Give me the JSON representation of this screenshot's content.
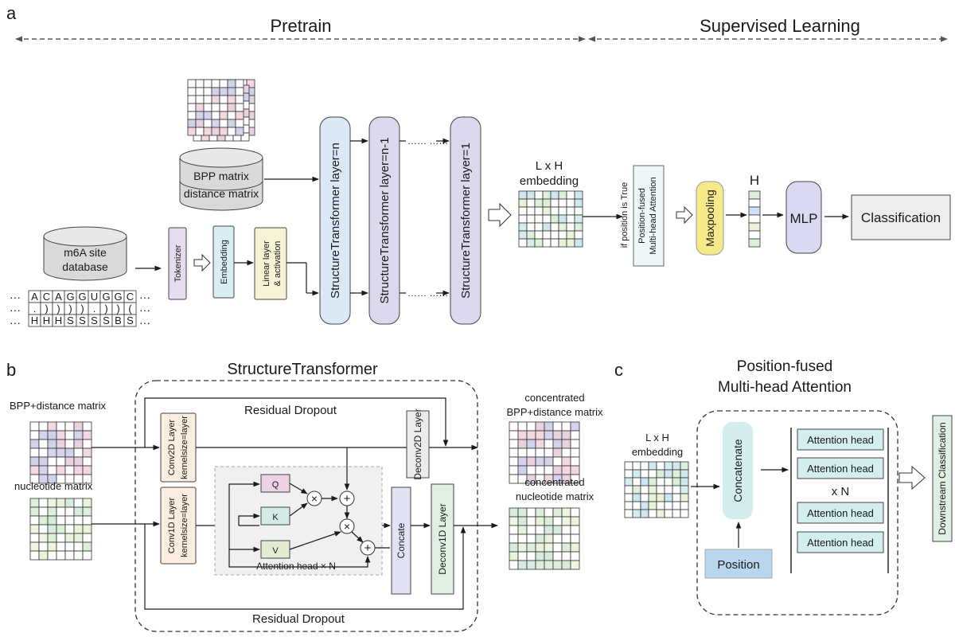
{
  "panels": {
    "a": "a",
    "b": "b",
    "c": "c"
  },
  "phases": {
    "pretrain": "Pretrain",
    "supervised": "Supervised Learning"
  },
  "a": {
    "db_line1": "m6A site",
    "db_line2": "database",
    "seq_rows": [
      [
        "A",
        "C",
        "A",
        "G",
        "G",
        "U",
        "G",
        "G",
        "C"
      ],
      [
        ".",
        ")",
        ")",
        ")",
        ")",
        ".",
        ")",
        ")",
        "("
      ],
      [
        "H",
        "H",
        "H",
        "S",
        "S",
        "S",
        "S",
        "B",
        "S"
      ]
    ],
    "ellipsis": "···",
    "tokenizer": "Tokenizer",
    "embedding": "Embedding",
    "linear_l1": "Linear layer",
    "linear_l2": "& activation",
    "bpp_line1": "BPP matrix",
    "bpp_line2": "distance matrix",
    "layer_n": "StructureTransformer layer=n",
    "layer_n1": "StructureTransformer layer=n-1",
    "layer_1": "StructureTransformer layer=1",
    "dots": "…… ……",
    "emb_l1": "L x H",
    "emb_l2": "embedding",
    "if_position": "if position is True",
    "pf_l1": "Position-fused",
    "pf_l2": "Multi-head Attention",
    "maxpool": "Maxpooling",
    "h_label": "H",
    "mlp": "MLP",
    "classification": "Classification"
  },
  "b": {
    "title": "StructureTransformer",
    "bpp_input": "BPP+distance matrix",
    "nuc_input": "nucleotide matrix",
    "residual_top": "Residual Dropout",
    "residual_bottom": "Residual Dropout",
    "conv2d_l1": "Conv2D Layer",
    "conv2d_l2": "kernelsize=layer",
    "conv1d_l1": "Conv1D Layer",
    "conv1d_l2": "kernelsize=layer",
    "q": "Q",
    "k": "K",
    "v": "V",
    "attn_head": "Attention head × N",
    "concate": "Concate",
    "deconv2d": "Deconv2D Layer",
    "deconv1d": "Deconv1D Layer",
    "out_bpp_l1": "concentrated",
    "out_bpp_l2": "BPP+distance matrix",
    "out_nuc_l1": "concentrated",
    "out_nuc_l2": "nucleotide matrix",
    "times": "×",
    "plus": "+"
  },
  "c": {
    "title_l1": "Position-fused",
    "title_l2": "Multi-head Attention",
    "emb_l1": "L x H",
    "emb_l2": "embedding",
    "concatenate": "Concatenate",
    "position": "Position",
    "heads": [
      "Attention head",
      "Attention head",
      "Attention head",
      "Attention head"
    ],
    "xn": "x N",
    "downstream": "Downstream Classification"
  },
  "colors": {
    "tokenizer": "#e6dcef",
    "embedding": "#d8eef4",
    "linear": "#f7f4d5",
    "layer": "#dbe9f7",
    "layer_alt": "#ded8ee",
    "maxpool": "#f6e98a",
    "mlp": "#d9d9f2",
    "classification": "#ededed",
    "q": "#ecd3e4",
    "k": "#d3ebe7",
    "v": "#e1ecd3",
    "concate": "#dfe3f4",
    "deconv2d": "#ebebeb",
    "deconv1d": "#dff0e3",
    "conv": "#fbeee0",
    "position": "#b8d7ee",
    "concatenate": "#d4eef0",
    "head": "#d4eef0",
    "downstream": "#e1f0e3",
    "db": "#d9d9d9"
  }
}
